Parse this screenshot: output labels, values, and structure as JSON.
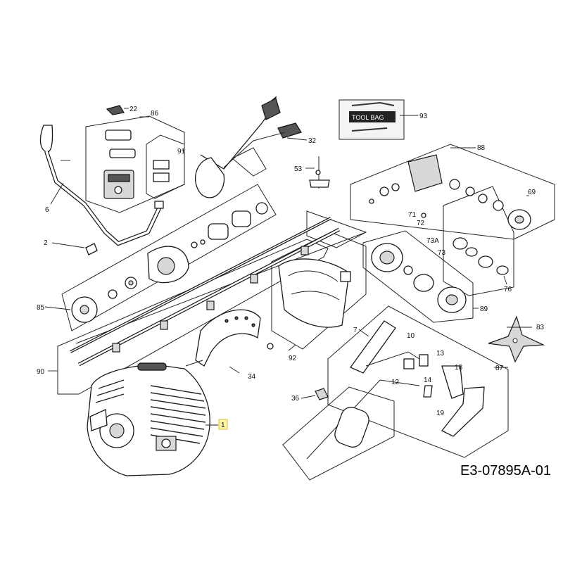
{
  "diagram": {
    "reference_code": "E3-07895A-01",
    "tool_bag_text": "TOOL BAG",
    "highlighted_callout": "1",
    "callouts": {
      "c1": "1",
      "c2": "2",
      "c6": "6",
      "c7": "7",
      "c10": "10",
      "c12": "12",
      "c13": "13",
      "c14": "14",
      "c18": "18",
      "c19": "19",
      "c22": "22",
      "c32": "32",
      "c34": "34",
      "c36": "36",
      "c53": "53",
      "c69": "69",
      "c71": "71",
      "c72": "72",
      "c73": "73",
      "c73a": "73A",
      "c76": "76",
      "c83": "83",
      "c85": "85",
      "c86": "86",
      "c87": "87",
      "c88": "88",
      "c89": "89",
      "c90": "90",
      "c91": "91",
      "c92": "92",
      "c93": "93"
    }
  }
}
